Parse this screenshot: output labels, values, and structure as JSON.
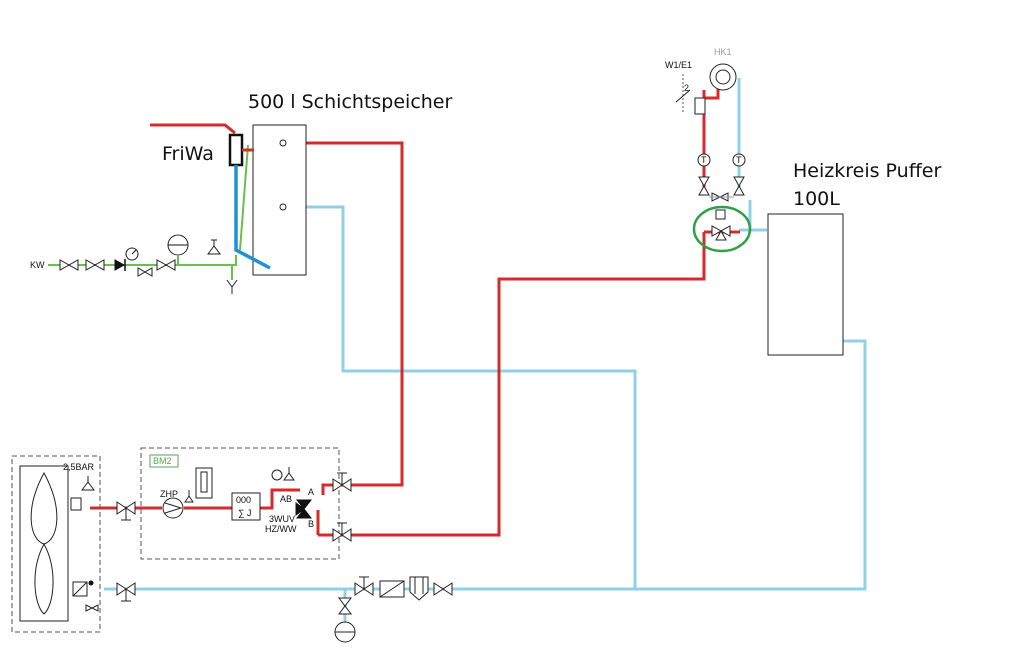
{
  "labels": {
    "storage_tank": "500 l Schichtspeicher",
    "friwa": "FriWa",
    "buffer": "Heizkreis Puffer",
    "buffer_volume": "100L",
    "kw": "KW",
    "hk1": "HK1",
    "w1e1": "W1/E1",
    "sensor_num": "2",
    "pressure": "2,5BAR",
    "bm2": "BM2",
    "zhp": "ZHP",
    "meter_value": "000",
    "meter_sum": "∑ J",
    "valve_ab": "AB",
    "valve_a": "A",
    "valve_b": "B",
    "valve_type": "3WUV",
    "valve_mode": "HZ/WW",
    "temp_left": "T",
    "temp_right": "T"
  },
  "colors": {
    "hot_pipe": "#d62b2b",
    "cold_pipe": "#8fd0e8",
    "cold_water_pipe": "#6cbf4a",
    "friwa_pipe": "#1f8fd6",
    "highlight_circle": "#2ea043"
  }
}
